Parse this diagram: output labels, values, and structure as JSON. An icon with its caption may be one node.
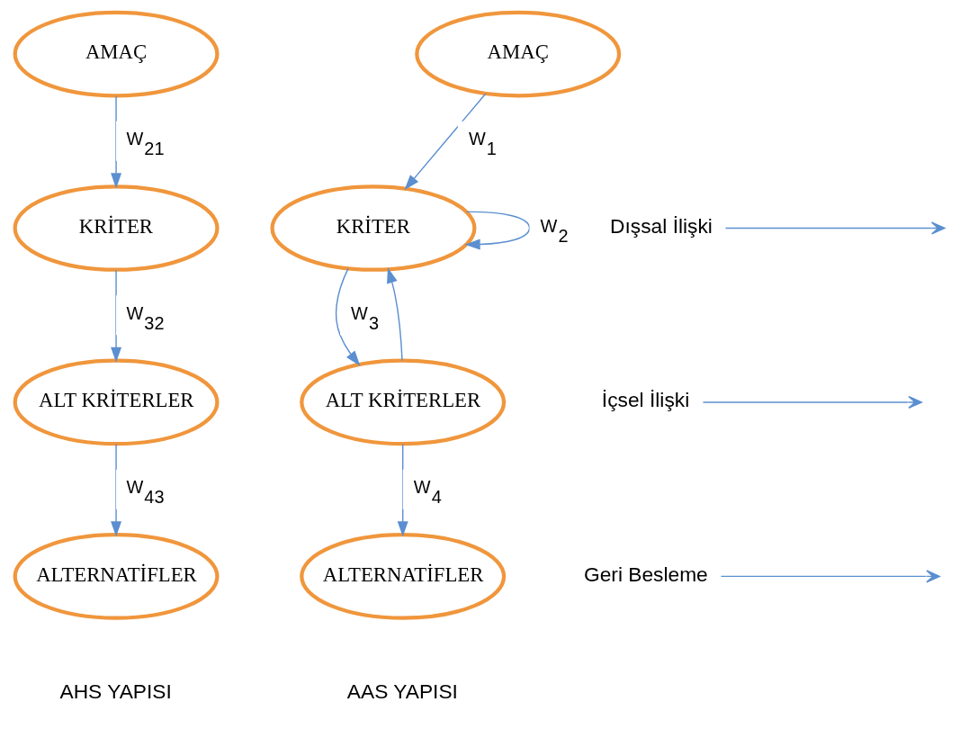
{
  "diagram": {
    "nodes": [
      {
        "text": [
          "AMAÇ"
        ]
      },
      {
        "text": [
          "KRİTER"
        ]
      },
      {
        "text": [
          "ALT KRİTERLER"
        ]
      },
      {
        "text": [
          "ALTERNATİFLER"
        ]
      },
      {
        "text": [
          "AMAÇ"
        ]
      },
      {
        "text": [
          "KRİTER"
        ]
      },
      {
        "text": [
          "ALT KRİTERLER"
        ]
      },
      {
        "text": [
          "ALTERNATİFLER"
        ]
      },
      {
        "text": [
          "Dışsal İlişki"
        ]
      },
      {
        "text": [
          "İçsel İlişki"
        ]
      },
      {
        "text": [
          "Geri Besleme"
        ]
      }
    ],
    "edges": [
      {
        "from": 0,
        "to": 1,
        "arrow": "to",
        "label": "W$_{21}$"
      },
      {
        "from": 1,
        "to": 2,
        "arrow": "to",
        "label": "W$_{32}$"
      },
      {
        "from": 2,
        "to": 3,
        "arrow": "to",
        "label": "W$_{43}$"
      },
      {
        "from": 4,
        "to": 5,
        "arrow": "to",
        "label": "W$_{1}$"
      },
      {
        "from": 5,
        "to": 5,
        "arrow": "to",
        "label": "W$_{2}$"
      },
      {
        "from": 5,
        "to": 6,
        "arrow": "to",
        "label": "W$_{3}$"
      },
      {
        "from": 6,
        "to": 5,
        "arrow": "to"
      },
      {
        "from": 6,
        "to": 7,
        "arrow": "to",
        "label": "W$_{4}$"
      },
      {
        "from": 8,
        "to": null,
        "arrow": "to"
      },
      {
        "from": 9,
        "to": null,
        "arrow": "to"
      },
      {
        "from": 10,
        "to": null,
        "arrow": "to"
      }
    ],
    "labels": [
      "AHS YAPISI",
      "AAS YAPISI"
    ]
  }
}
